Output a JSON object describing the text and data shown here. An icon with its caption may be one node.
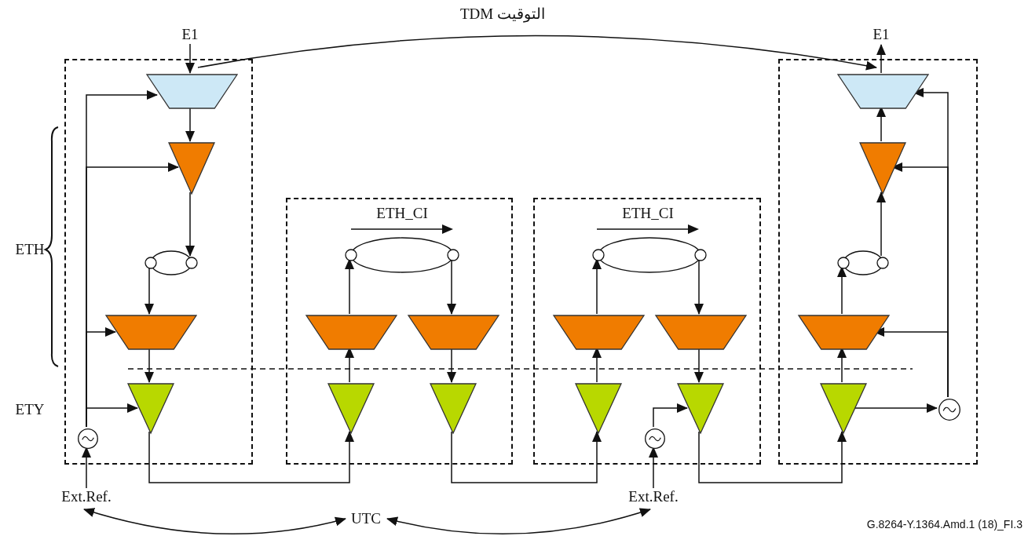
{
  "diagram": {
    "nodes": [
      {
        "text": [],
        "shape": "box"
      },
      {
        "text": [
          "E1"
        ]
      },
      {
        "text": [],
        "shape": "trapezoid",
        "in": 0
      },
      {
        "text": [],
        "shape": "triangle",
        "in": 0
      },
      {
        "text": [],
        "shape": "ellipse",
        "in": 0
      },
      {
        "text": [],
        "shape": "trapezoid",
        "in": 0
      },
      {
        "text": [],
        "shape": "triangle",
        "in": 0
      },
      {
        "text": [],
        "shape": "circle",
        "in": 0
      },
      {
        "text": [
          "Ext.Ref."
        ]
      },
      {
        "text": [],
        "shape": "box"
      },
      {
        "text": [],
        "shape": "ellipse",
        "in": 9
      },
      {
        "text": [],
        "shape": "trapezoid",
        "in": 9
      },
      {
        "text": [],
        "shape": "trapezoid",
        "in": 9
      },
      {
        "text": [],
        "shape": "triangle",
        "in": 9
      },
      {
        "text": [],
        "shape": "triangle",
        "in": 9
      },
      {
        "text": [],
        "shape": "box"
      },
      {
        "text": [],
        "shape": "ellipse",
        "in": 15
      },
      {
        "text": [],
        "shape": "trapezoid",
        "in": 15
      },
      {
        "text": [],
        "shape": "trapezoid",
        "in": 15
      },
      {
        "text": [],
        "shape": "triangle",
        "in": 15
      },
      {
        "text": [],
        "shape": "circle",
        "in": 15
      },
      {
        "text": [],
        "shape": "triangle",
        "in": 15
      },
      {
        "text": [
          "Ext.Ref."
        ]
      },
      {
        "text": [],
        "shape": "box"
      },
      {
        "text": [
          "E1"
        ]
      },
      {
        "text": [],
        "shape": "trapezoid",
        "in": 23
      },
      {
        "text": [],
        "shape": "triangle",
        "in": 23
      },
      {
        "text": [],
        "shape": "ellipse",
        "in": 23
      },
      {
        "text": [],
        "shape": "trapezoid",
        "in": 23
      },
      {
        "text": [],
        "shape": "triangle",
        "in": 23
      },
      {
        "text": [],
        "shape": "circle",
        "in": 23
      },
      {
        "text": [
          "UTC"
        ]
      }
    ],
    "edges": [
      {
        "from": 1,
        "to": 2,
        "arrow": "to"
      },
      {
        "from": 2,
        "to": 3,
        "arrow": "to"
      },
      {
        "from": 3,
        "to": 4,
        "arrow": "to"
      },
      {
        "from": 4,
        "to": 5,
        "arrow": "to"
      },
      {
        "from": 5,
        "to": 6,
        "arrow": "to"
      },
      {
        "from": 7,
        "to": 2,
        "arrow": "to"
      },
      {
        "from": 7,
        "to": 3,
        "arrow": "to"
      },
      {
        "from": 7,
        "to": 5,
        "arrow": "to"
      },
      {
        "from": 7,
        "to": 6,
        "arrow": "to"
      },
      {
        "from": 8,
        "to": 7,
        "arrow": "to"
      },
      {
        "from": 6,
        "to": 13,
        "arrow": "to"
      },
      {
        "from": 13,
        "to": 11,
        "arrow": "to"
      },
      {
        "from": 11,
        "to": 10,
        "arrow": "to"
      },
      {
        "from": 10,
        "to": 12,
        "arrow": "to"
      },
      {
        "from": 12,
        "to": 14,
        "arrow": "to"
      },
      {
        "from": 14,
        "to": 19,
        "arrow": "to"
      },
      {
        "from": 19,
        "to": 17,
        "arrow": "to"
      },
      {
        "from": 17,
        "to": 16,
        "arrow": "to"
      },
      {
        "from": 16,
        "to": 18,
        "arrow": "to"
      },
      {
        "from": 18,
        "to": 21,
        "arrow": "to"
      },
      {
        "from": 20,
        "to": 21,
        "arrow": "to"
      },
      {
        "from": 22,
        "to": 20,
        "arrow": "to"
      },
      {
        "from": 21,
        "to": 29,
        "arrow": "to"
      },
      {
        "from": 29,
        "to": 28,
        "arrow": "to"
      },
      {
        "from": 28,
        "to": 27,
        "arrow": "to"
      },
      {
        "from": 27,
        "to": 26,
        "arrow": "to"
      },
      {
        "from": 26,
        "to": 25,
        "arrow": "to"
      },
      {
        "from": 25,
        "to": 24,
        "arrow": "to"
      },
      {
        "from": 29,
        "to": 30,
        "arrow": "to"
      },
      {
        "from": 30,
        "to": 25,
        "arrow": "to"
      },
      {
        "from": 30,
        "to": 26,
        "arrow": "to"
      },
      {
        "from": 30,
        "to": 28,
        "arrow": "to"
      },
      {
        "from": 2,
        "to": 25,
        "arrow": "to",
        "label": "التوقيت TDM"
      },
      {
        "from": 31,
        "to": 8,
        "arrow": "both"
      },
      {
        "from": 31,
        "to": 22,
        "arrow": "both"
      }
    ],
    "labels": [
      "ETH_CI",
      "ETH_CI",
      "ETH",
      "ETY",
      "G.8264-Y.1364.Amd.1 (18)_FI.3"
    ]
  }
}
